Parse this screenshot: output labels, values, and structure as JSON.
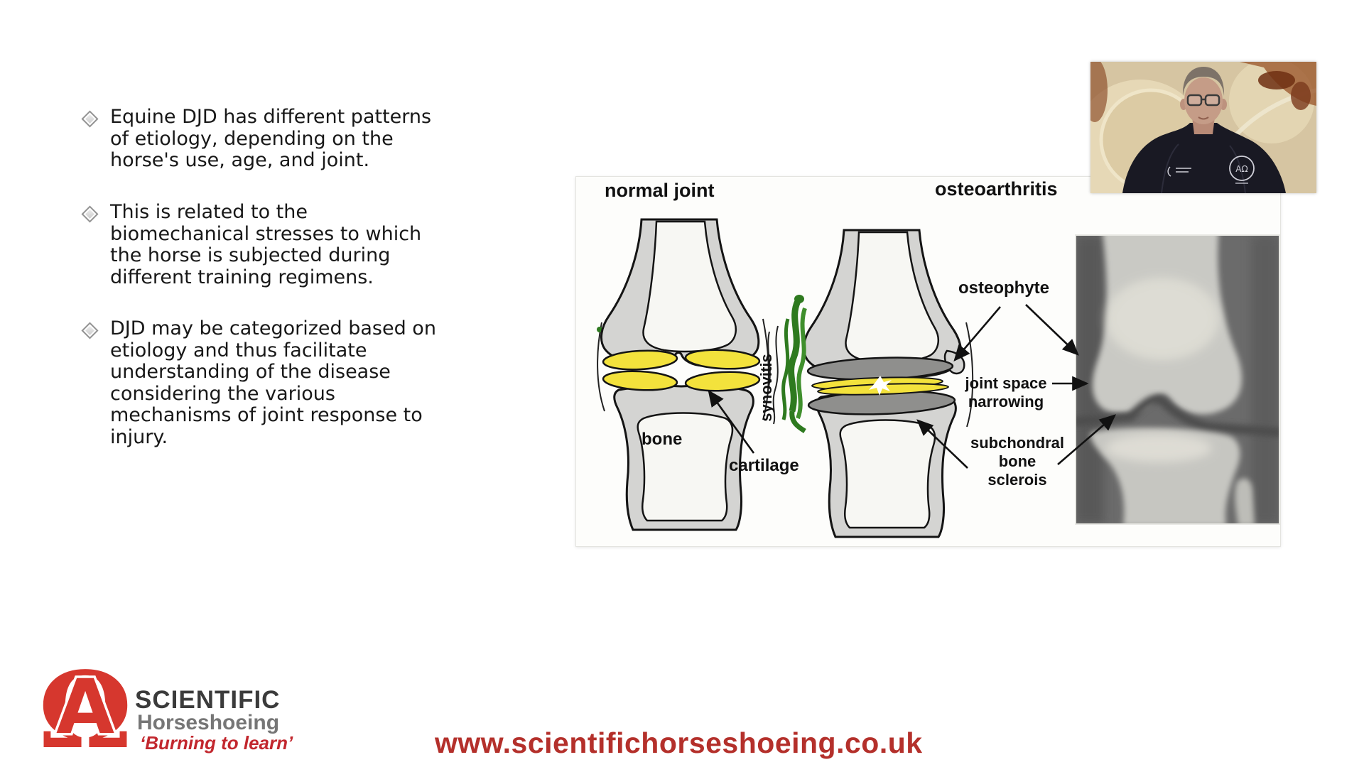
{
  "slide": {
    "background": "#ffffff",
    "bullets": [
      {
        "lines": [
          "Equine DJD has different patterns",
          "of etiology, depending on the",
          "horse's use, age, and joint."
        ]
      },
      {
        "lines": [
          "This is related to the",
          "biomechanical stresses to which",
          "the horse is subjected during",
          "different training regimens."
        ]
      },
      {
        "lines": [
          "DJD may be categorized based on",
          "etiology and thus facilitate",
          "understanding of the disease",
          "considering the various",
          "mechanisms of joint response to",
          "injury."
        ]
      }
    ]
  },
  "diagram": {
    "title_left": "normal joint",
    "title_right": "osteoarthritis",
    "labels": {
      "synovitis": "synovitis",
      "bone": "bone",
      "cartilage": "cartilage",
      "osteophyte": "osteophyte",
      "joint_space_line1": "joint space",
      "joint_space_line2": "narrowing",
      "subchondral_line1": "subchondral",
      "subchondral_line2": "bone",
      "subchondral_line3": "sclerois"
    },
    "colors": {
      "bone_gray": "#d4d4d2",
      "cartilage_yellow": "#f3e23c",
      "sclerosis_gray": "#8f8f8d",
      "synovitis_green": "#2e7a1f",
      "xray_background": "#6b6b6b"
    }
  },
  "footer": {
    "logo": {
      "symbol": "alpha-omega-monogram",
      "brand_red": "#d6372e",
      "line1": "SCIENTIFIC",
      "line2": "Horseshoeing",
      "line3": "‘Burning to learn’"
    },
    "url": "www.scientifichorseshoeing.co.uk",
    "url_color": "#b4302b"
  }
}
